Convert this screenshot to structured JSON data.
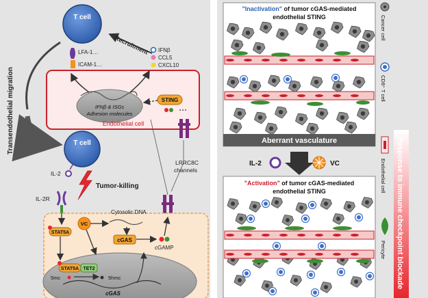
{
  "left_panel": {
    "t_cell_top": "T cell",
    "t_cell_mid": "T cell",
    "recruitment": "Recruitment",
    "lfa1": "LFA-1…",
    "icam1": "ICAM-1…",
    "chemokines": [
      "IFNβ",
      "CCL5",
      "CXCL10"
    ],
    "transendothelial": "Transendothelial migration",
    "ifn_isgs": "IFNβ & ISGs",
    "adhesion": "Adhesion molecules",
    "sting": "STING",
    "endothelial_cell": "Endothelial cell",
    "lrrc8c": "LRRC8C",
    "channels": "channels",
    "il2": "IL-2",
    "il2r": "IL-2R",
    "tumor_killing": "Tumor-killing",
    "cytosolic_dna": "Cytosolic DNA",
    "vc": "VC",
    "stat5a": "STAT5A",
    "stat5a_2": "STAT5A",
    "tet2": "TET2",
    "cgas": "cGAS",
    "cgamp": "cGAMP",
    "mark_5mc": "5mc",
    "mark_5hmc": "5hmc",
    "cgas_gene": "cGAS"
  },
  "right_panel": {
    "inact_word": "\"Inactivation\"",
    "inact_rest": " of tumor cGAS-mediated",
    "inact_line2": "endothelial STING",
    "aberrant": "Aberrant vasculature",
    "il2": "IL-2",
    "vc": "VC",
    "act_word": "\"Activation\"",
    "act_rest": " of tumor cGAS-mediated",
    "act_line2": "endothelial STING"
  },
  "legend": {
    "cancer_cell": "Cancer cell",
    "cd8_t_cell": "CD8⁺ T cell",
    "endothelial_cell": "Endothelial cell",
    "pericyte": "Pericyte"
  },
  "side_label": "Response to immune checkpoint blockade",
  "colors": {
    "panel_bg": "#e4e4e4",
    "tcell": "#3d6fc4",
    "endo_fill": "#fdeaea",
    "endo_border": "#c9202c",
    "red_label": "#c8202c",
    "blue_label": "#2a63b6",
    "vc_orange": "#f5921e",
    "channel_purple": "#7a2b7e",
    "pericyte_green": "#3b8f34",
    "cancer_gray": "#8d8d8d",
    "stat_orange": "#f2a533",
    "tet_green": "#8fce7a",
    "side_red": "#e8262d"
  }
}
